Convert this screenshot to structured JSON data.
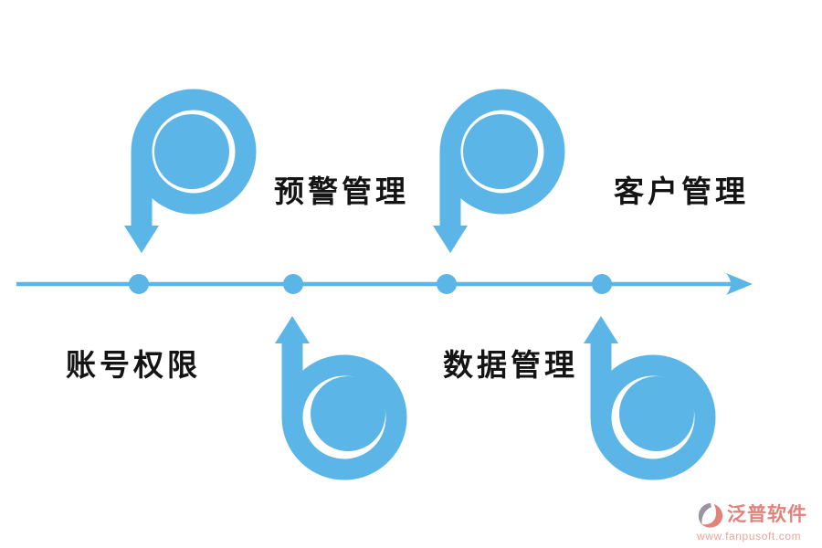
{
  "colors": {
    "accent_blue": "#5bb5e7",
    "label_text": "#141414",
    "watermark_brand": "#e2837b",
    "watermark_url": "#e9a59d",
    "watermark_logo_gray": "#9b93a2",
    "background": "#ffffff"
  },
  "icons": {
    "down_arrow": "p-shaped-spiral-arrow-pointing-down",
    "up_arrow": "b-shaped-spiral-arrow-pointing-up",
    "timeline": "horizontal-right-arrow-timeline-with-node-dots",
    "logo": "fanpu-software-logo"
  },
  "diagram": {
    "node_count": 4,
    "nodes": [
      {
        "label": "账号权限",
        "arrow_direction": "down-from-above",
        "label_side": "below-line"
      },
      {
        "label": "预警管理",
        "arrow_direction": "up-from-below",
        "label_side": "above-line"
      },
      {
        "label": "数据管理",
        "arrow_direction": "down-from-above",
        "label_side": "below-line"
      },
      {
        "label": "客户管理",
        "arrow_direction": "up-from-below",
        "label_side": "above-line"
      }
    ]
  },
  "watermark": {
    "brand": "泛普软件",
    "url": "www.fanpusoft.com"
  }
}
